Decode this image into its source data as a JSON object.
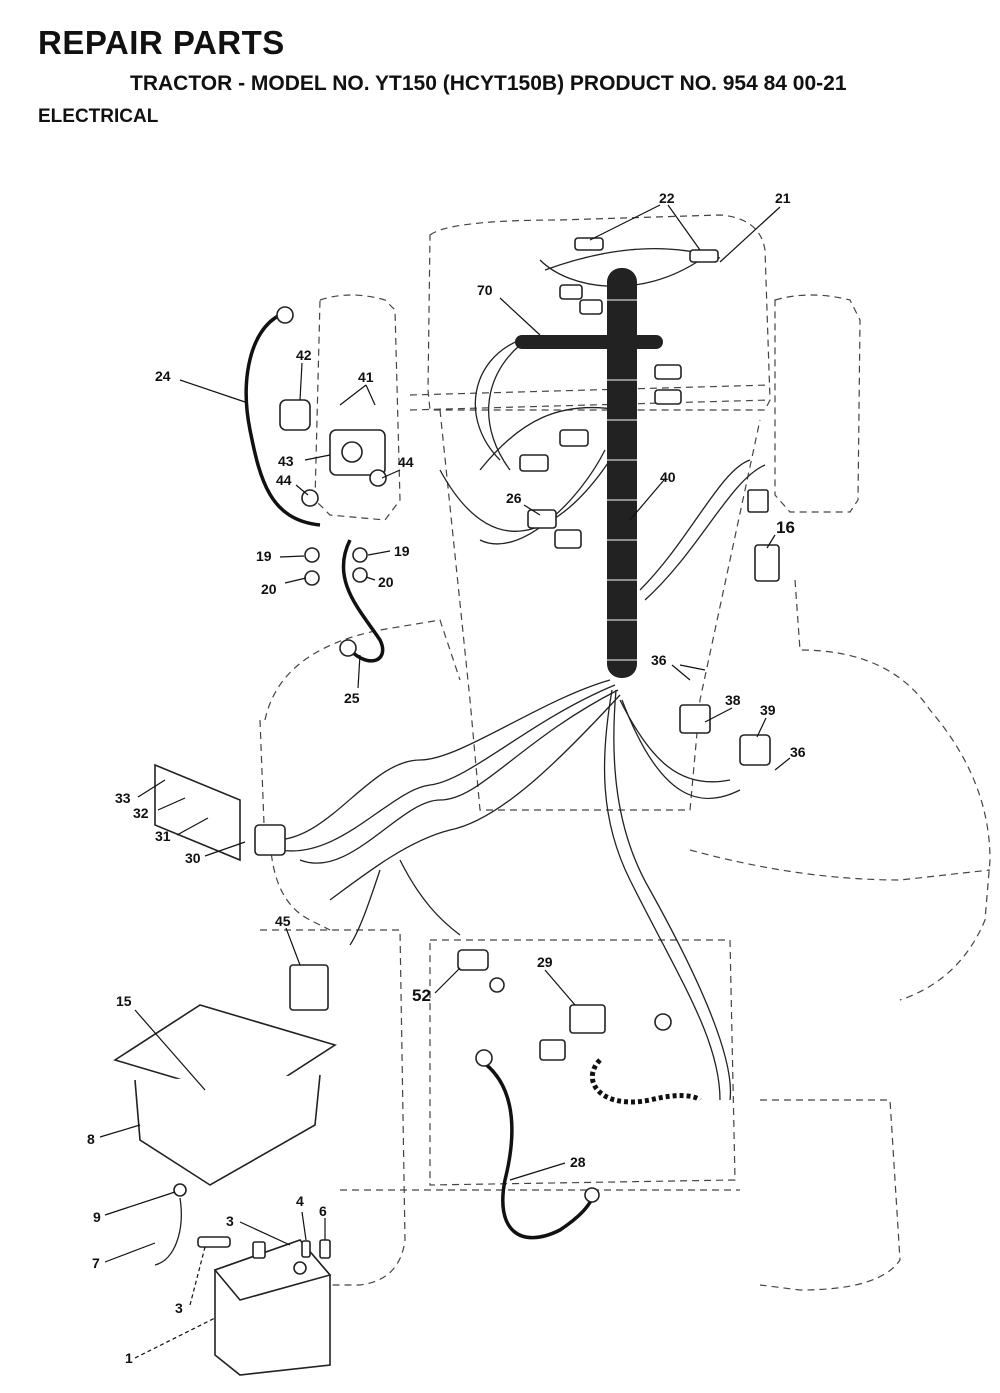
{
  "header": {
    "title": "REPAIR PARTS",
    "subtitle": "TRACTOR - MODEL NO. YT150 (HCYT150B) PRODUCT NO. 954 84 00-21",
    "section": "ELECTRICAL"
  },
  "callouts": {
    "c22": "22",
    "c21": "21",
    "c70": "70",
    "c24": "24",
    "c42": "42",
    "c41": "41",
    "c43": "43",
    "c44a": "44",
    "c44b": "44",
    "c40": "40",
    "c26": "26",
    "c16": "16",
    "c19a": "19",
    "c19b": "19",
    "c20a": "20",
    "c20b": "20",
    "c25": "25",
    "c36a": "36",
    "c38": "38",
    "c39": "39",
    "c36b": "36",
    "c33": "33",
    "c32": "32",
    "c31": "31",
    "c30": "30",
    "c45": "45",
    "c52": "52",
    "c29": "29",
    "c15": "15",
    "c8": "8",
    "c28": "28",
    "c9": "9",
    "c7": "7",
    "c3a": "3",
    "c4": "4",
    "c6": "6",
    "c3b": "3",
    "c1": "1"
  }
}
